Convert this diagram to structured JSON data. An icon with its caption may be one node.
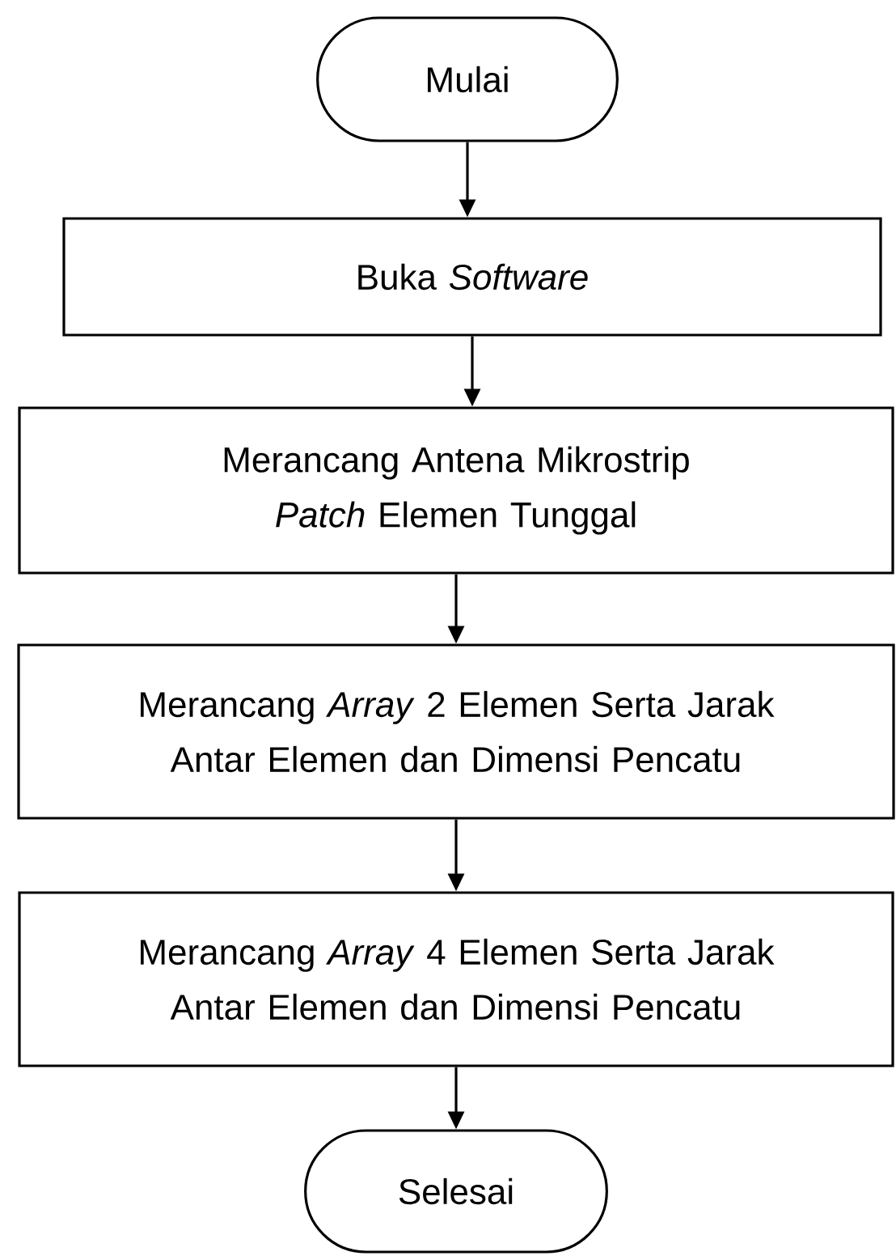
{
  "diagram": {
    "nodes": [
      {
        "text": [
          "Mulai"
        ]
      },
      {
        "text": [
          "Buka *Software*"
        ]
      },
      {
        "text": [
          "Merancang Antena Mikrostrip *Patch* Elemen Tunggal"
        ]
      },
      {
        "text": [
          "Merancang *Array* 2 Elemen Serta Jarak Antar Elemen dan Dimensi Pencatu"
        ]
      },
      {
        "text": [
          "Merancang *Array* 4 Elemen Serta Jarak Antar Elemen dan Dimensi Pencatu"
        ]
      },
      {
        "text": [
          "Selesai"
        ]
      }
    ],
    "edges": [
      {
        "from": 0,
        "to": 1,
        "arrow": "to"
      },
      {
        "from": 1,
        "to": 2,
        "arrow": "to"
      },
      {
        "from": 2,
        "to": 3,
        "arrow": "to"
      },
      {
        "from": 3,
        "to": 4,
        "arrow": "to"
      },
      {
        "from": 4,
        "to": 5,
        "arrow": "to"
      }
    ]
  }
}
